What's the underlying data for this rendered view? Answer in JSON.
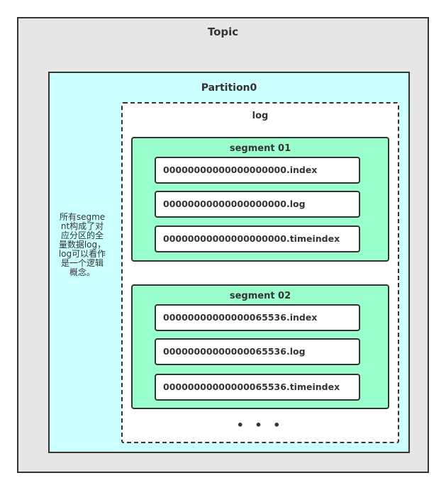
{
  "topic": {
    "title": "Topic"
  },
  "partition": {
    "title": "Partition0"
  },
  "log": {
    "title": "log",
    "ellipsis": "• • •"
  },
  "note": "所有segment构成了对应分区的全量数据log，log可以看作是一个逻辑概念。",
  "segments": [
    {
      "title": "segment 01",
      "files": [
        "00000000000000000000.index",
        "00000000000000000000.log",
        "00000000000000000000.timeindex"
      ]
    },
    {
      "title": "segment 02",
      "files": [
        "00000000000000065536.index",
        "00000000000000065536.log",
        "00000000000000065536.timeindex"
      ]
    }
  ]
}
